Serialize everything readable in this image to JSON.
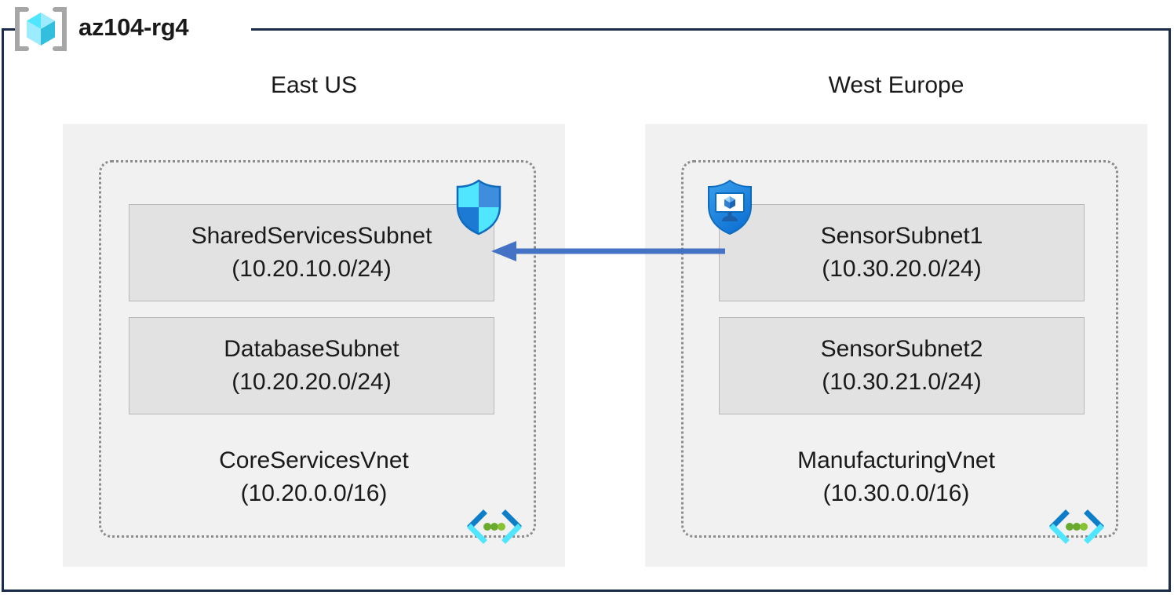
{
  "resource_group": {
    "name": "az104-rg4",
    "icon": "resource-group-cube-icon"
  },
  "regions": [
    {
      "id": "east-us",
      "label": "East US",
      "vnet": {
        "name": "CoreServicesVnet",
        "address_space": "(10.20.0.0/16)",
        "peering_icon": "vnet-peering-icon",
        "subnets": [
          {
            "name": "SharedServicesSubnet",
            "address_space": "(10.20.10.0/24)",
            "attached_icon": "network-security-group-shield-icon"
          },
          {
            "name": "DatabaseSubnet",
            "address_space": "(10.20.20.0/24)",
            "attached_icon": null
          }
        ]
      }
    },
    {
      "id": "west-europe",
      "label": "West Europe",
      "vnet": {
        "name": "ManufacturingVnet",
        "address_space": "(10.30.0.0/16)",
        "peering_icon": "vnet-peering-icon",
        "subnets": [
          {
            "name": "SensorSubnet1",
            "address_space": "(10.30.20.0/24)",
            "attached_icon": "azure-bastion-shield-icon"
          },
          {
            "name": "SensorSubnet2",
            "address_space": "(10.30.21.0/24)",
            "attached_icon": null
          }
        ]
      }
    }
  ],
  "connection": {
    "name": "vnet-peering-connection",
    "direction": "right-to-left",
    "arrow_icon": "left-arrow-icon"
  },
  "colors": {
    "frame_border": "#1a2b4c",
    "region_fill": "#f1f1f1",
    "vnet_border": "#8c8c8c",
    "subnet_fill": "#e2e2e2",
    "subnet_border": "#b8b8b8",
    "arrow": "#4472c4",
    "azure_blue": "#0078d4",
    "cyan": "#50e6ff",
    "peering_green": "#6aab2f",
    "text": "#1a1a1a"
  }
}
